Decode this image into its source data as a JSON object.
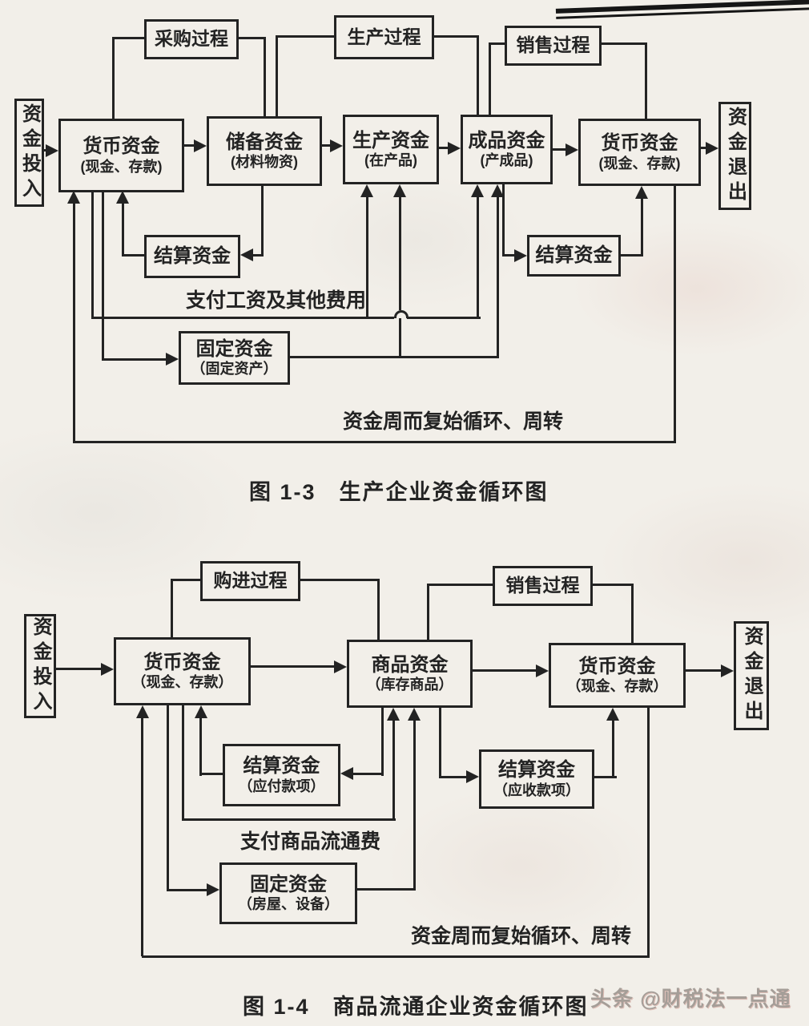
{
  "colors": {
    "ink": "#232323",
    "paper": "#f2efe9",
    "watermark_gray": "#a59e98"
  },
  "scan": {
    "watermark": "头条 @财税法一点通"
  },
  "figure1": {
    "caption": "图 1-3　生产企业资金循环图",
    "inflow": "资金投入",
    "outflow": "资金退出",
    "process": {
      "purchase": "采购过程",
      "production": "生产过程",
      "sales": "销售过程"
    },
    "boxes": {
      "money1": {
        "title": "货币资金",
        "sub": "(现金、存款)"
      },
      "reserve": {
        "title": "储备资金",
        "sub": "(材料物资)"
      },
      "production": {
        "title": "生产资金",
        "sub": "(在产品)"
      },
      "finished": {
        "title": "成品资金",
        "sub": "(产成品)"
      },
      "money2": {
        "title": "货币资金",
        "sub": "(现金、存款)"
      },
      "settlement_left": {
        "title": "结算资金"
      },
      "settlement_right": {
        "title": "结算资金"
      },
      "fixed": {
        "title": "固定资金",
        "sub": "（固定资产）"
      }
    },
    "labels": {
      "wages": "支付工资及其他费用",
      "cycle": "资金周而复始循环、周转"
    }
  },
  "figure2": {
    "caption": "图 1-4　商品流通企业资金循环图",
    "inflow": "资金投入",
    "outflow": "资金退出",
    "process": {
      "purchase": "购进过程",
      "sales": "销售过程"
    },
    "boxes": {
      "money1": {
        "title": "货币资金",
        "sub": "（现金、存款）"
      },
      "goods": {
        "title": "商品资金",
        "sub": "（库存商品）"
      },
      "money2": {
        "title": "货币资金",
        "sub": "（现金、存款）"
      },
      "settlement_left": {
        "title": "结算资金",
        "sub": "（应付款项）"
      },
      "settlement_right": {
        "title": "结算资金",
        "sub": "（应收款项）"
      },
      "fixed": {
        "title": "固定资金",
        "sub": "（房屋、设备）"
      }
    },
    "labels": {
      "distribution": "支付商品流通费",
      "cycle": "资金周而复始循环、周转"
    }
  }
}
